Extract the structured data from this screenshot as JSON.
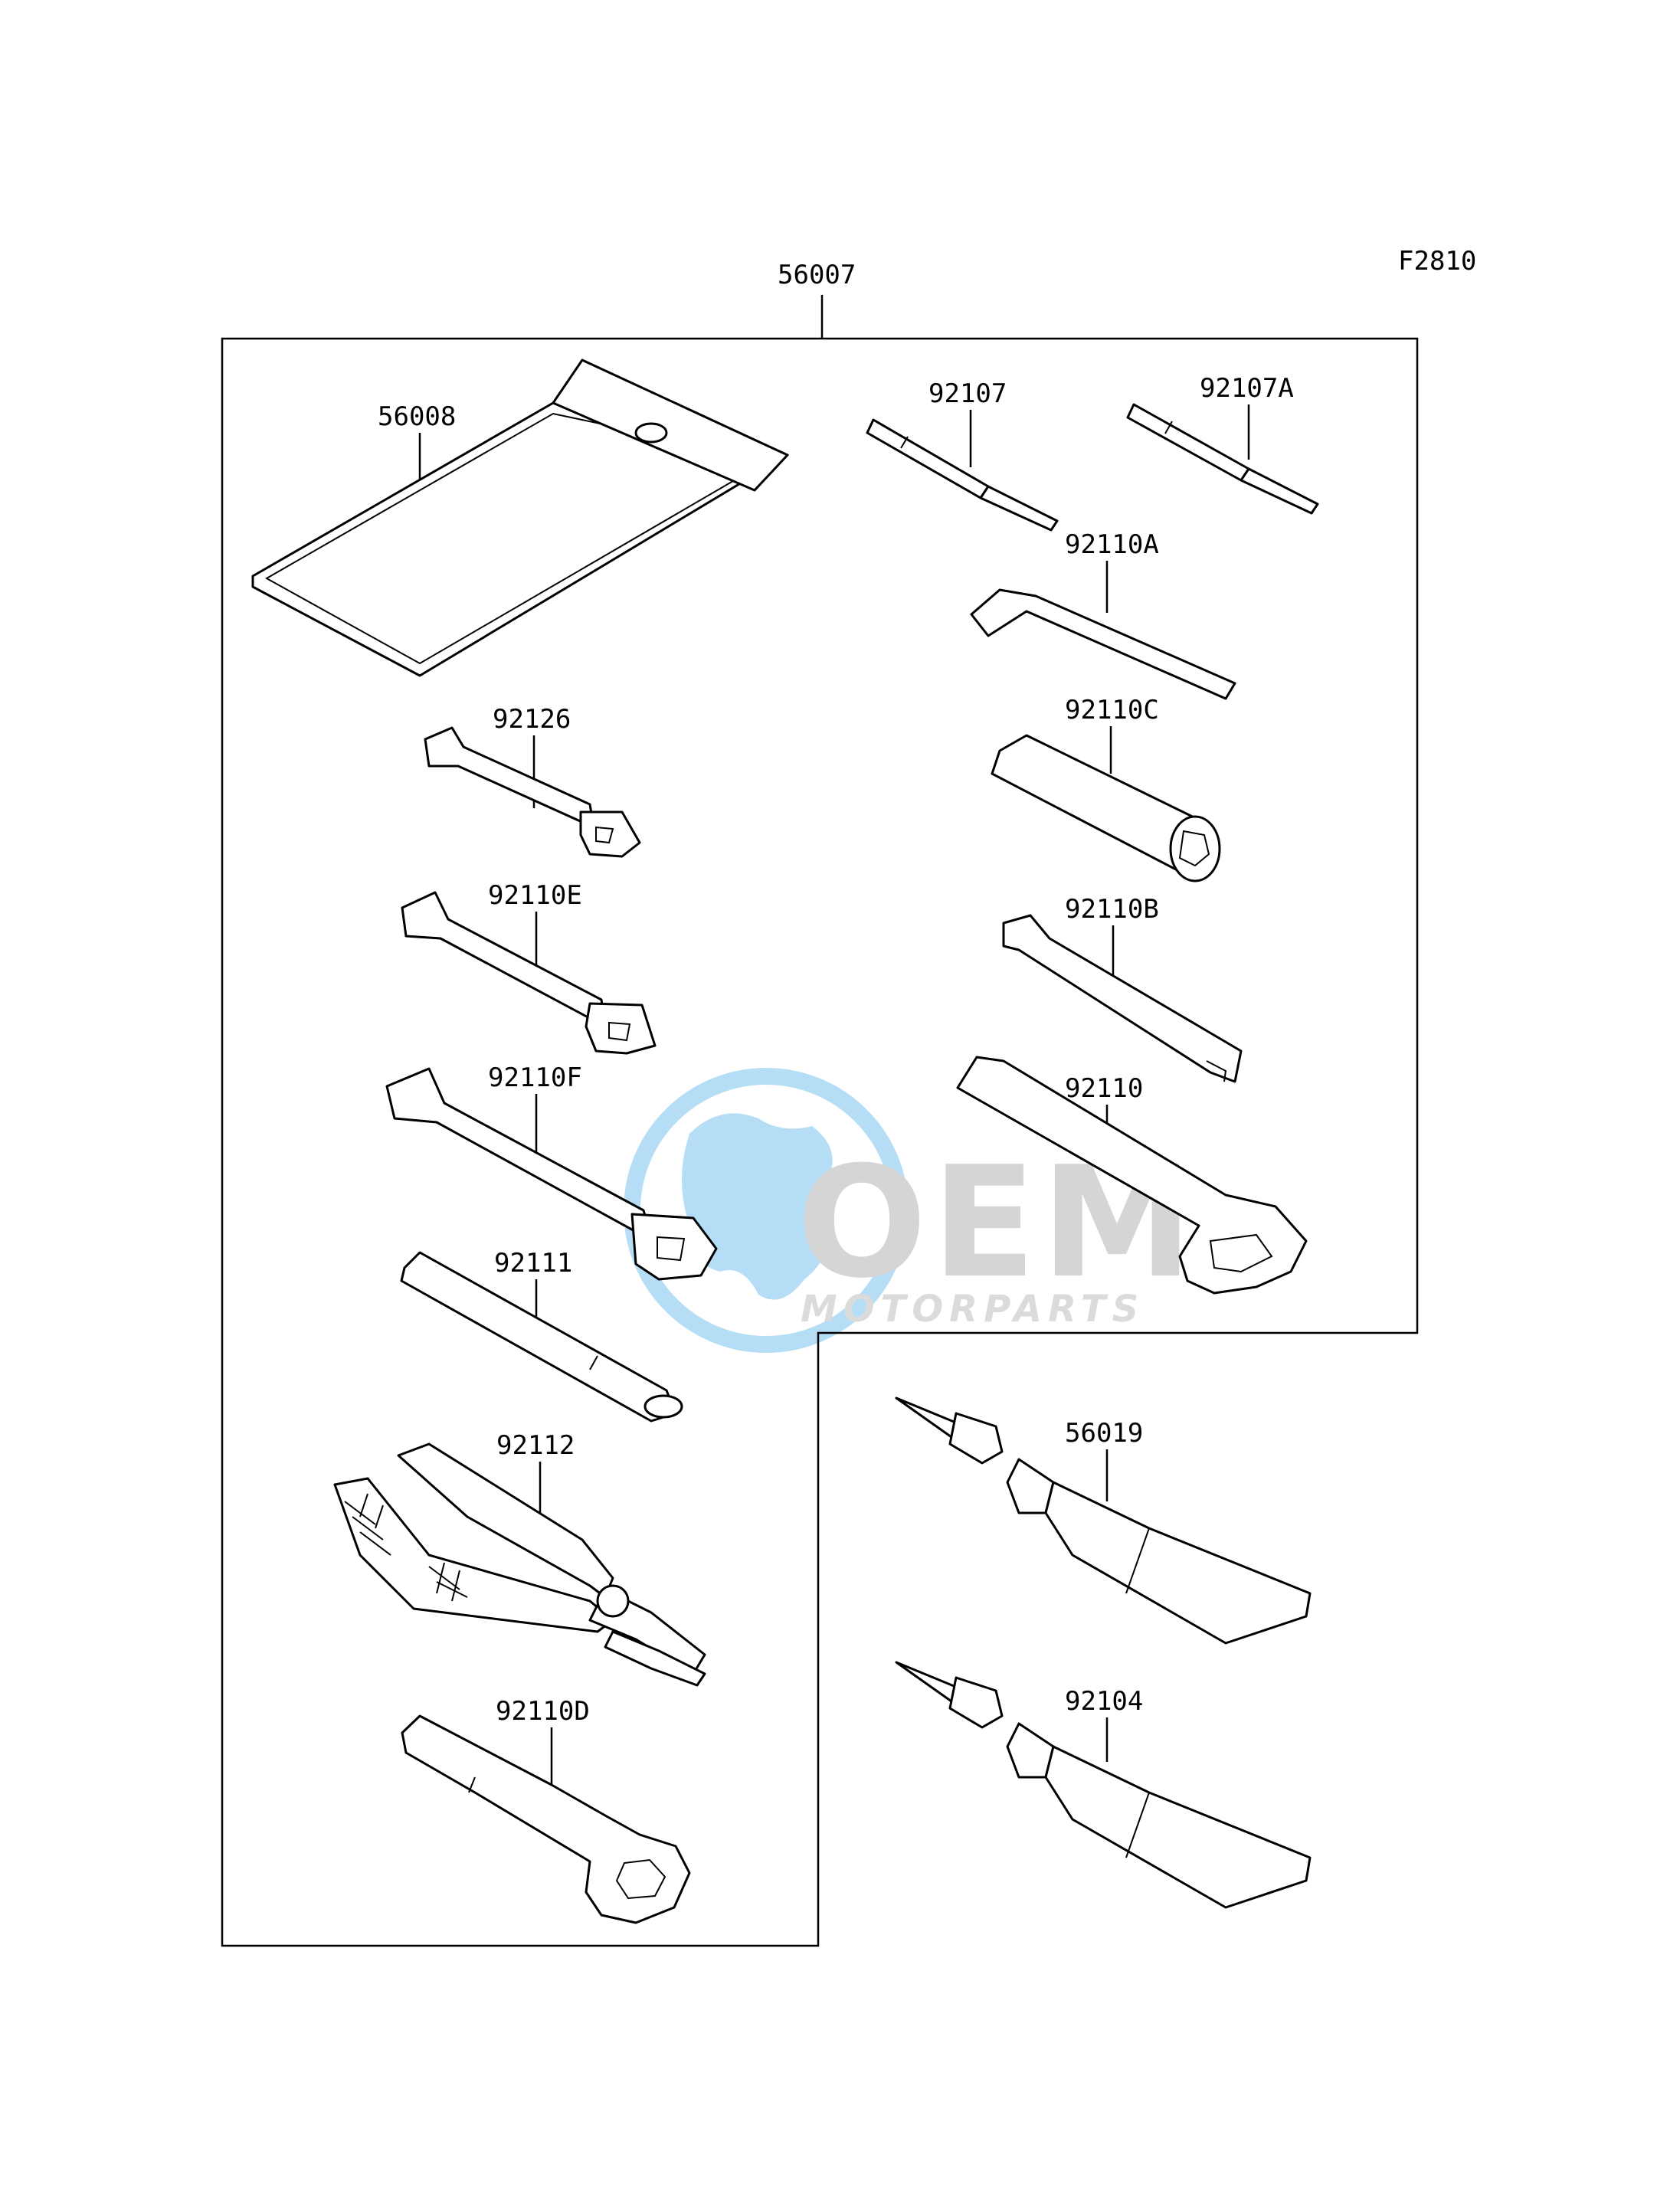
{
  "figure_code": "F2810",
  "kit_label": "56007",
  "parts": {
    "pouch": "56008",
    "screwdriver_bit": "92107",
    "screwdriver_bit_a": "92107A",
    "hex_key": "92110A",
    "spark_plug_socket": "92110C",
    "wrench_small": "92126",
    "spanner_b": "92110B",
    "wrench_e": "92110E",
    "wrench_92110": "92110",
    "wrench_f": "92110F",
    "handle": "92111",
    "pliers": "92112",
    "ring_wrench": "92110D",
    "grease_tube_1": "56019",
    "grease_tube_2": "92104"
  },
  "watermark": {
    "brand": "OEM",
    "sub": "MOTORPARTS",
    "globe_color": "#2fa3e6",
    "text_color": "#9a9a9a"
  }
}
